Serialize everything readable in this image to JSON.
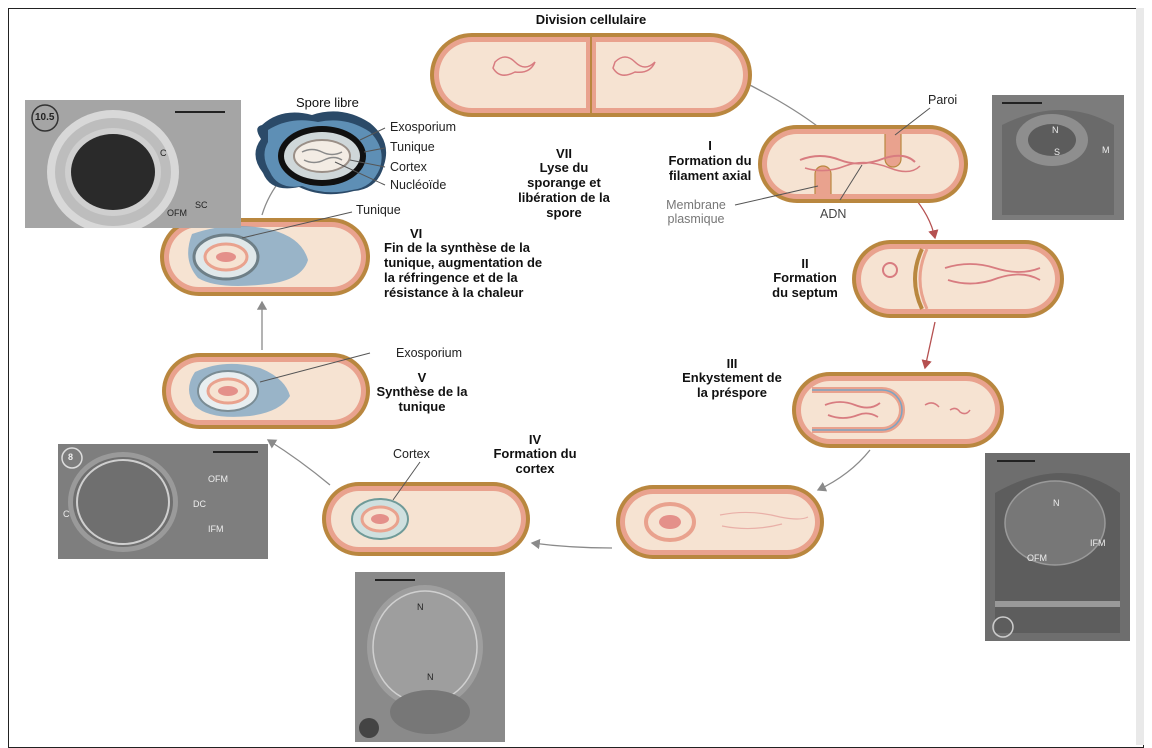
{
  "title": "Division cellulaire",
  "stages": {
    "s1": {
      "numeral": "I",
      "text": "Formation du filament axial"
    },
    "s2": {
      "numeral": "II",
      "text": "Formation du septum"
    },
    "s3": {
      "numeral": "III",
      "text": "Enkystement de la préspore"
    },
    "s4": {
      "numeral": "IV",
      "text": "Formation du cortex"
    },
    "s5": {
      "numeral": "V",
      "text": "Synthèse de la tunique"
    },
    "s6": {
      "numeral": "VI",
      "text": "Fin de la synthèse de la tunique, augmentation de la réfringence et de la résistance à la chaleur"
    },
    "s7": {
      "numeral": "VII",
      "text": "Lyse du sporange et libération de la spore"
    }
  },
  "labels": {
    "paroi": "Paroi",
    "membrane": "Membrane plasmique",
    "adn": "ADN",
    "spore_libre": "Spore libre",
    "exosporium": "Exosporium",
    "tunique": "Tunique",
    "cortex": "Cortex",
    "nucleoide": "Nucléoïde",
    "tunique_vi": "Tunique",
    "exosporium_v": "Exosporium",
    "cortex_iv": "Cortex"
  },
  "micrographs": {
    "tl": {
      "tag": "10.5",
      "letters": [
        "C",
        "SC",
        "OFM"
      ]
    },
    "tr": {
      "letters": [
        "N",
        "S",
        "M"
      ]
    },
    "ml": {
      "tag": "8",
      "letters": [
        "OFM",
        "DC",
        "IFM",
        "C"
      ]
    },
    "bc": {
      "letters": [
        "N",
        "N"
      ]
    },
    "br": {
      "letters": [
        "N",
        "OFM",
        "IFM"
      ]
    }
  },
  "colors": {
    "wall_outer": "#b9873f",
    "wall_pink": "#dc8f8f",
    "cytoplasm": "#f6e3d2",
    "dna": "#d87c80",
    "spore_blue": "#7aa4c4",
    "arrow": "#8a8a8a",
    "arrow_red": "#b55050"
  }
}
